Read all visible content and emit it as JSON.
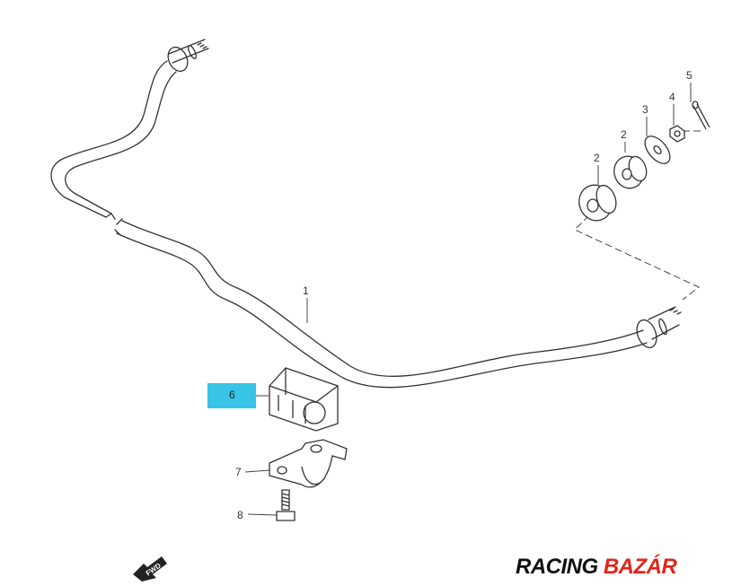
{
  "diagram": {
    "callouts": {
      "c1": "1",
      "c2a": "2",
      "c2b": "2",
      "c3": "3",
      "c4": "4",
      "c5": "5",
      "c6": "6",
      "c7": "7",
      "c8": "8"
    },
    "fwd_label": "FWD",
    "highlighted_part": "6",
    "highlight_color": "#38c4e6"
  },
  "logo": {
    "word1": "RACING",
    "word2": "BAZÁR",
    "color1": "#111111",
    "color2": "#e0261b"
  }
}
